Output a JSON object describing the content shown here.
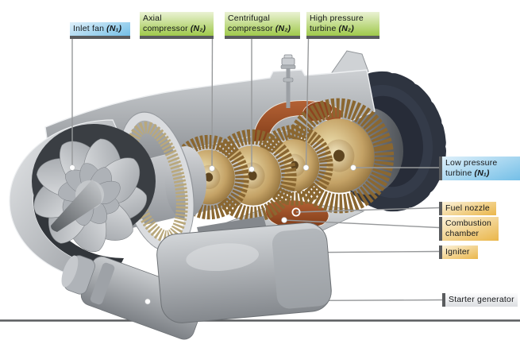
{
  "diagram": {
    "subject": "turbine-engine-cutaway",
    "labels": {
      "top": [
        {
          "name": "inlet-fan",
          "l1": "Inlet fan",
          "l1n": "(N₁)"
        },
        {
          "name": "axial-compressor",
          "l1": "Axial",
          "l2": "compressor",
          "l2n": "(N₂)"
        },
        {
          "name": "centrifugal-compressor",
          "l1": "Centrifugal",
          "l2": "compressor",
          "l2n": "(N₂)"
        },
        {
          "name": "high-pressure-turbine",
          "l1": "High pressure",
          "l2": "turbine",
          "l2n": "(N₂)"
        }
      ],
      "right": [
        {
          "name": "low-pressure-turbine",
          "l1": "Low pressure",
          "l2": "turbine",
          "l2n": "(N₁)"
        },
        {
          "name": "fuel-nozzle",
          "l1": "Fuel nozzle"
        },
        {
          "name": "combustion-chamber",
          "l1": "Combustion",
          "l2": "chamber"
        },
        {
          "name": "igniter",
          "l1": "Igniter"
        },
        {
          "name": "starter-generator",
          "l1": "Starter generator"
        }
      ]
    },
    "colors": {
      "label_blue": "#74BFE7",
      "label_green": "#9FC94B",
      "label_gold": "#EAB64A",
      "label_grey": "#DCDEE1",
      "connector_bar": "#5A5C5E",
      "leader_line": "#97999B",
      "gold_disk": "#C2A05C",
      "combustion_brown": "#9C4E24",
      "turbine_dark": "#2F3542",
      "metal_silver": "#C6C9CC"
    }
  }
}
